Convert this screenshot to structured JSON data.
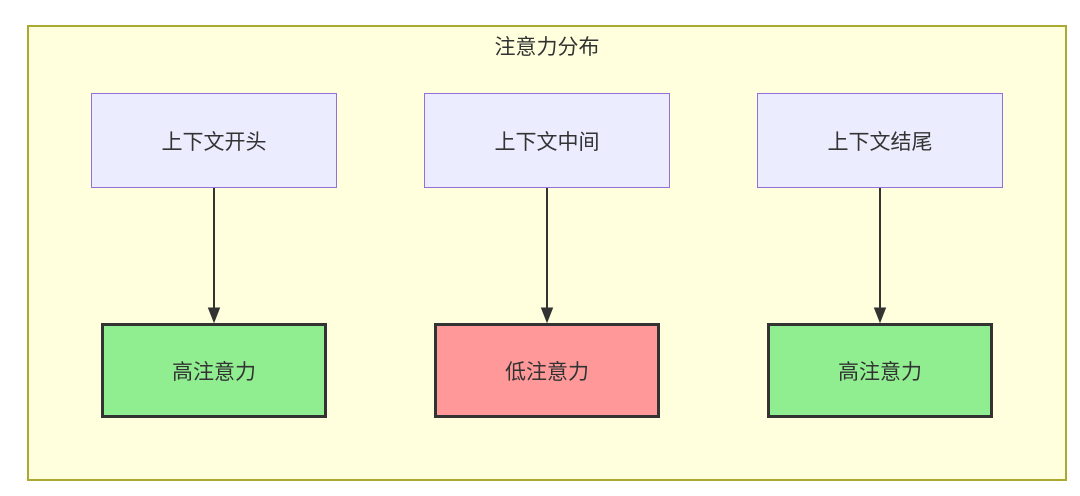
{
  "diagram": {
    "title": "注意力分布",
    "columns": [
      {
        "source": "上下文开头",
        "target": "高注意力",
        "target_type": "high"
      },
      {
        "source": "上下文中间",
        "target": "低注意力",
        "target_type": "low"
      },
      {
        "source": "上下文结尾",
        "target": "高注意力",
        "target_type": "high"
      }
    ],
    "colors": {
      "canvas_bg": "#FFFFDE",
      "canvas_border": "#AAAA33",
      "node_bg": "#ECECFF",
      "node_border": "#9370DB",
      "high_bg": "#90EE90",
      "low_bg": "#FF9999",
      "result_border": "#333333",
      "arrow_color": "#333333",
      "text_color": "#333333"
    }
  }
}
